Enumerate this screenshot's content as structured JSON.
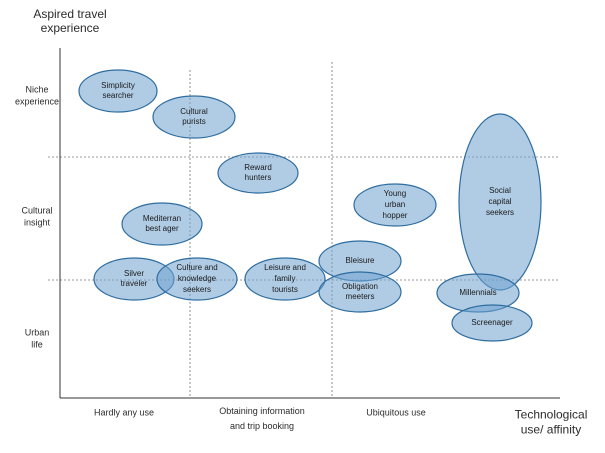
{
  "y_axis": {
    "title": [
      "Aspired travel",
      "experience"
    ],
    "ticks": [
      {
        "id": "niche",
        "lines": [
          "Niche",
          "experience"
        ]
      },
      {
        "id": "cultural",
        "lines": [
          "Cultural",
          "insight"
        ]
      },
      {
        "id": "urban",
        "lines": [
          "Urban",
          "life"
        ]
      }
    ]
  },
  "x_axis": {
    "title": [
      "Technological",
      "use/ affinity"
    ],
    "ticks": [
      {
        "id": "hardly",
        "lines": [
          "Hardly any use"
        ]
      },
      {
        "id": "obtaining",
        "lines": [
          "Obtaining information",
          "and trip booking"
        ]
      },
      {
        "id": "ubiquitous",
        "lines": [
          "Ubiquitous use"
        ]
      }
    ]
  },
  "segments": [
    {
      "id": "simplicity-searcher",
      "lines": [
        "Simplicity",
        "searcher"
      ]
    },
    {
      "id": "cultural-purists",
      "lines": [
        "Cultural",
        "purists"
      ]
    },
    {
      "id": "reward-hunters",
      "lines": [
        "Reward",
        "hunters"
      ]
    },
    {
      "id": "mediterran-best-ager",
      "lines": [
        "Mediterran",
        "best ager"
      ]
    },
    {
      "id": "young-urban-hopper",
      "lines": [
        "Young",
        "urban",
        "hopper"
      ]
    },
    {
      "id": "social-capital-seekers",
      "lines": [
        "Social",
        "capital",
        "seekers"
      ]
    },
    {
      "id": "silver-traveler",
      "lines": [
        "Silver",
        "traveler"
      ]
    },
    {
      "id": "culture-knowledge-seekers",
      "lines": [
        "Culture and",
        "knowledge",
        "seekers"
      ]
    },
    {
      "id": "leisure-family-tourists",
      "lines": [
        "Leisure and",
        "family",
        "tourists"
      ]
    },
    {
      "id": "bleisure",
      "lines": [
        "Bleisure"
      ]
    },
    {
      "id": "obligation-meeters",
      "lines": [
        "Obligation",
        "meeters"
      ]
    },
    {
      "id": "millennials",
      "lines": [
        "Millennials"
      ]
    },
    {
      "id": "screenager",
      "lines": [
        "Screenager"
      ]
    }
  ]
}
